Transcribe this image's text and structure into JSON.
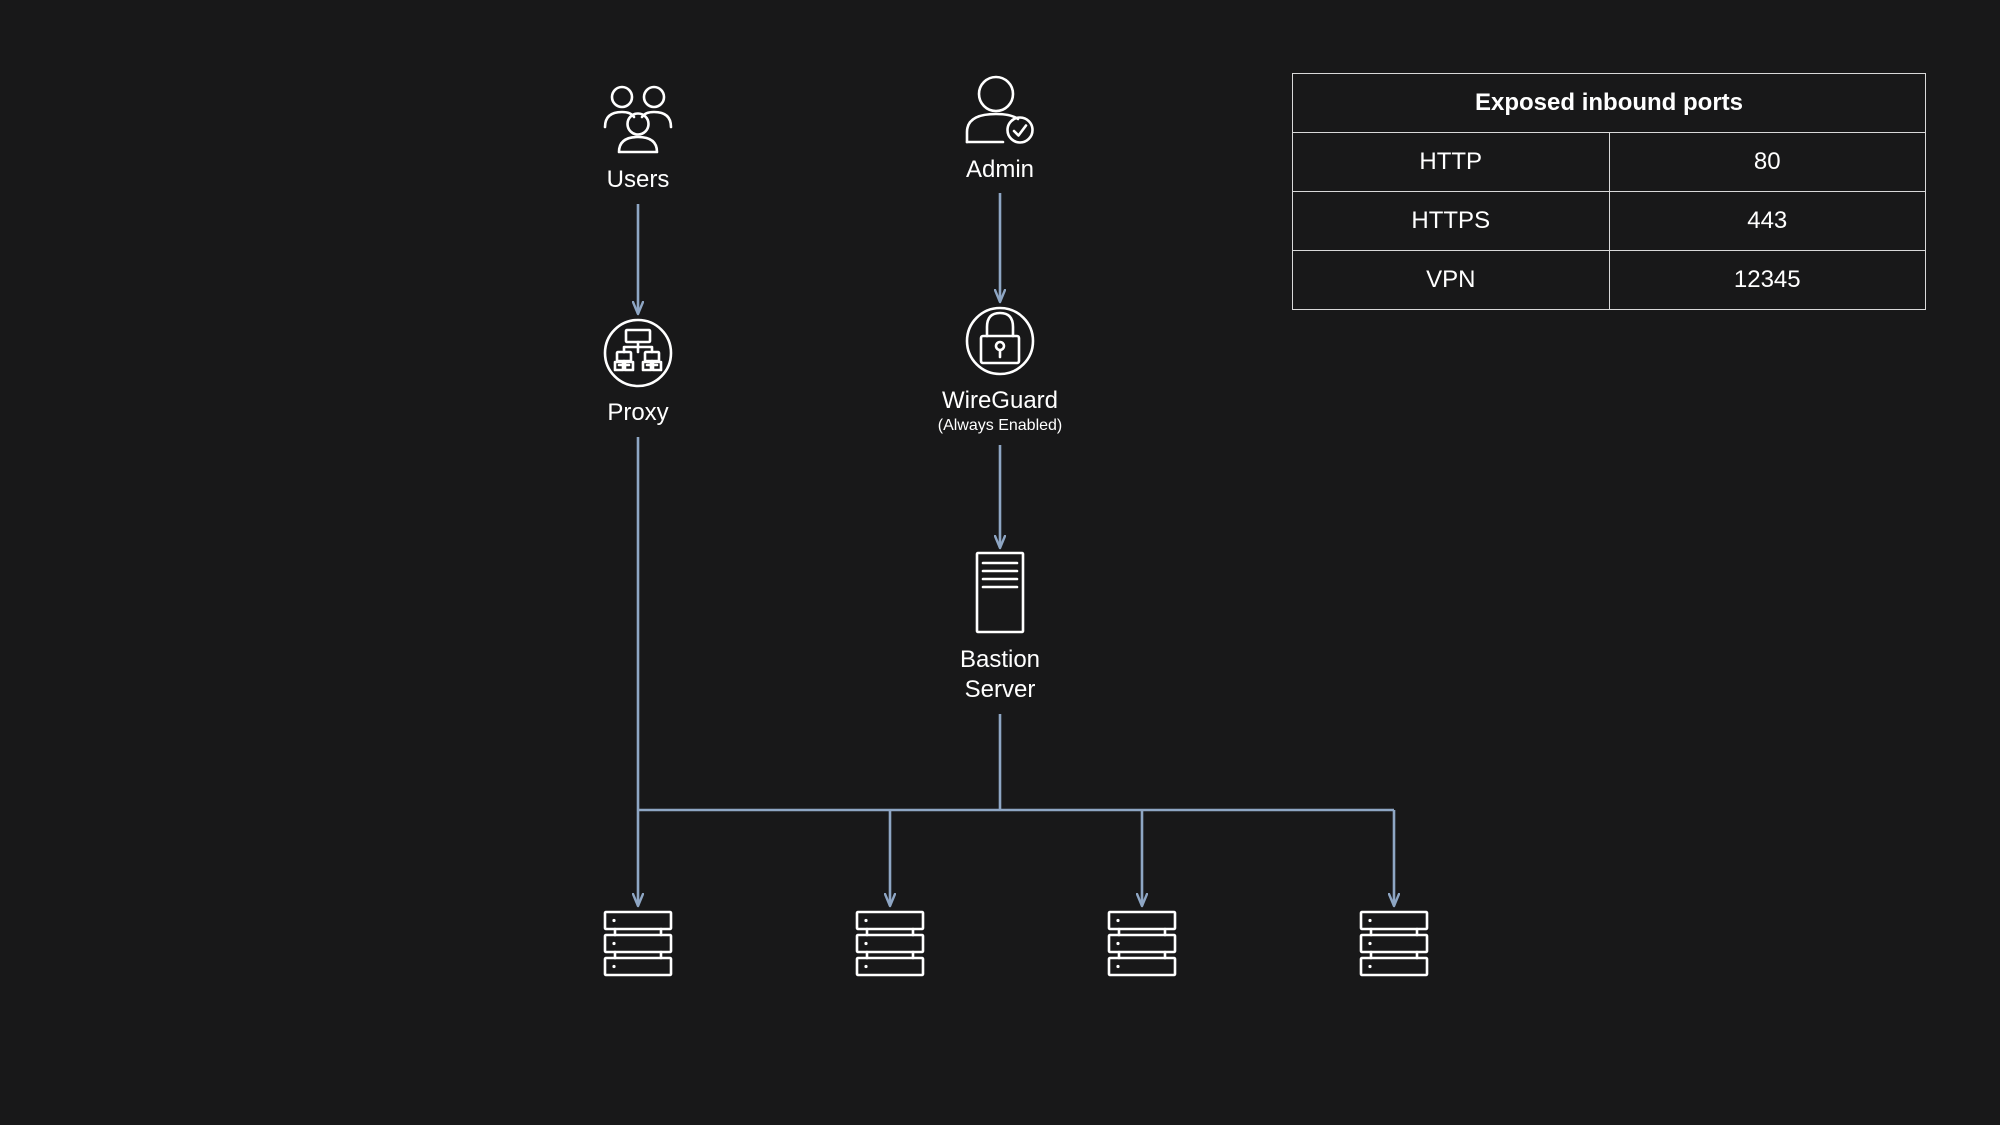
{
  "colors": {
    "background": "#181819",
    "connector": "#8ea6c4",
    "icon_stroke": "#ffffff",
    "table_border": "#d9d9d9"
  },
  "nodes": {
    "users": {
      "label": "Users",
      "icon": "users-group-icon"
    },
    "admin": {
      "label": "Admin",
      "icon": "admin-user-check-icon"
    },
    "proxy": {
      "label": "Proxy",
      "icon": "network-hierarchy-icon"
    },
    "wireguard": {
      "label": "WireGuard",
      "sublabel": "(Always Enabled)",
      "icon": "padlock-icon"
    },
    "bastion": {
      "label_line1": "Bastion",
      "label_line2": "Server",
      "icon": "server-tower-icon"
    },
    "targets": [
      {
        "icon": "server-stack-icon"
      },
      {
        "icon": "server-stack-icon"
      },
      {
        "icon": "server-stack-icon"
      },
      {
        "icon": "server-stack-icon"
      }
    ]
  },
  "ports_table": {
    "title": "Exposed inbound ports",
    "rows": [
      {
        "protocol": "HTTP",
        "port": "80"
      },
      {
        "protocol": "HTTPS",
        "port": "443"
      },
      {
        "protocol": "VPN",
        "port": "12345"
      }
    ]
  }
}
